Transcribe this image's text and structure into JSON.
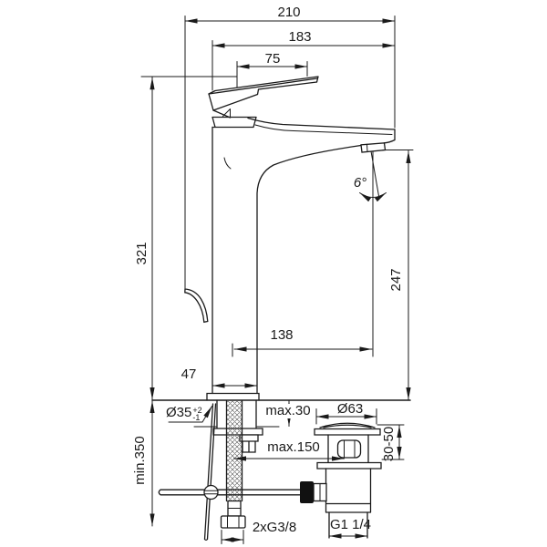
{
  "drawing": {
    "type": "technical-dimension-drawing",
    "subject": "single-lever basin mixer with pop-up waste, side view",
    "units": "mm",
    "line_color": "#1a1a1a",
    "background": "#ffffff",
    "dims": {
      "total_depth": {
        "label": "210"
      },
      "spout_overhang": {
        "label": "183"
      },
      "handle_length": {
        "label": "75"
      },
      "total_height": {
        "label": "321"
      },
      "outlet_height": {
        "label": "247"
      },
      "outlet_angle": {
        "label": "6°"
      },
      "spout_reach": {
        "label": "138"
      },
      "body_depth": {
        "label": "47"
      },
      "mounting_hole": {
        "diameter": "Ø35",
        "tolerance_plus": "+2",
        "tolerance_minus": "-1"
      },
      "min_clearance_below_deck": {
        "label": "min.350"
      },
      "max_deck_thickness": {
        "label": "max.30"
      },
      "waste_cap_diameter": {
        "label": "Ø63"
      },
      "waste_height_range": {
        "label": "30-50"
      },
      "max_hose_offset": {
        "label": "max.150"
      },
      "supply_connection": {
        "label": "2xG3/8"
      },
      "waste_connection": {
        "label": "G1 1/4"
      }
    }
  }
}
